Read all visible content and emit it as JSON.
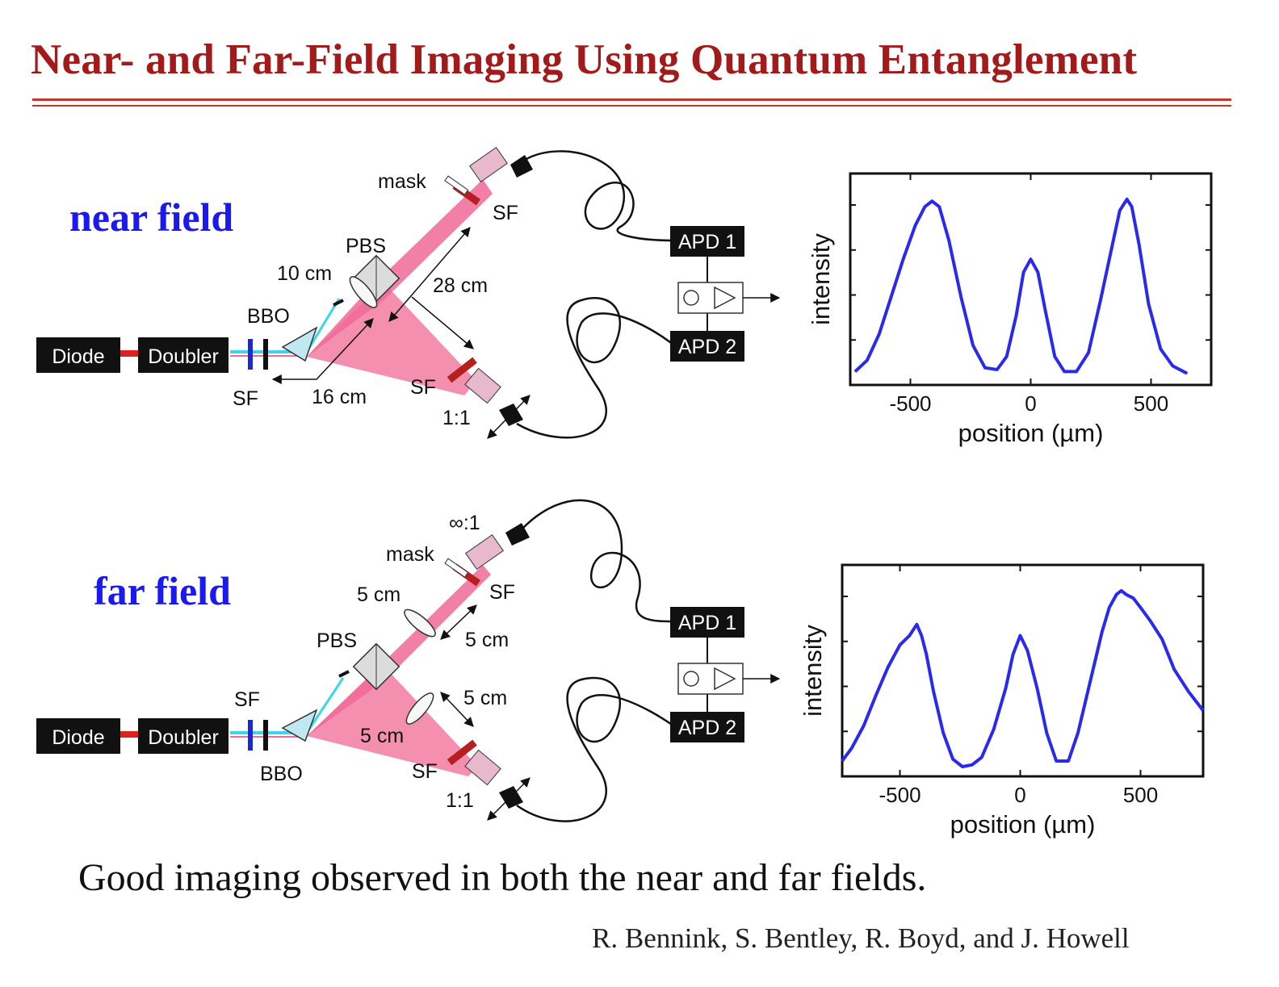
{
  "title": "Near- and Far-Field Imaging Using Quantum Entanglement",
  "colors": {
    "title": "#a31a1a",
    "field_label": "#1a1aee",
    "beam": "#f06a96",
    "pump": "#3ad6ee",
    "curve": "#2a2aee",
    "filter": "#b51f1f"
  },
  "near": {
    "label": "near field",
    "diode": "Diode",
    "doubler": "Doubler",
    "bbo": "BBO",
    "sf_left": "SF",
    "pbs": "PBS",
    "lens_dist": "10 cm",
    "mask": "mask",
    "sf_top": "SF",
    "dist_28": "28 cm",
    "dist_16": "16 cm",
    "sf_bottom": "SF",
    "ratio_bottom": "1:1",
    "apd1": "APD 1",
    "apd2": "APD 2"
  },
  "far": {
    "label": "far field",
    "diode": "Diode",
    "doubler": "Doubler",
    "sf_left": "SF",
    "bbo": "BBO",
    "pbs": "PBS",
    "ratio_top": "∞:1",
    "mask": "mask",
    "sf_top": "SF",
    "lens_top": "5 cm",
    "dist_top": "5 cm",
    "dist_bottom": "5 cm",
    "lens_bottom": "5 cm",
    "sf_bottom": "SF",
    "ratio_bottom": "1:1",
    "apd1": "APD 1",
    "apd2": "APD 2"
  },
  "chart_data": [
    {
      "type": "line",
      "xlabel": "position (µm)",
      "ylabel": "intensity",
      "xlim": [
        -750,
        750
      ],
      "xticks": [
        "-500",
        "0",
        "500"
      ],
      "x": [
        -730,
        -680,
        -630,
        -580,
        -530,
        -480,
        -440,
        -410,
        -380,
        -340,
        -290,
        -240,
        -190,
        -140,
        -100,
        -60,
        -30,
        0,
        30,
        60,
        100,
        140,
        190,
        240,
        290,
        340,
        370,
        400,
        420,
        450,
        490,
        540,
        590,
        650
      ],
      "y": [
        0.02,
        0.08,
        0.22,
        0.42,
        0.62,
        0.8,
        0.9,
        0.93,
        0.9,
        0.72,
        0.42,
        0.16,
        0.04,
        0.03,
        0.1,
        0.32,
        0.55,
        0.62,
        0.55,
        0.35,
        0.1,
        0.02,
        0.02,
        0.12,
        0.4,
        0.7,
        0.88,
        0.94,
        0.9,
        0.7,
        0.38,
        0.14,
        0.05,
        0.01
      ]
    },
    {
      "type": "line",
      "xlabel": "position (µm)",
      "ylabel": "intensity",
      "xlim": [
        -740,
        760
      ],
      "xticks": [
        "-500",
        "0",
        "500"
      ],
      "x": [
        -740,
        -700,
        -650,
        -600,
        -550,
        -500,
        -460,
        -430,
        -410,
        -390,
        -360,
        -320,
        -280,
        -240,
        -200,
        -160,
        -110,
        -60,
        -30,
        0,
        30,
        70,
        110,
        150,
        200,
        240,
        290,
        340,
        370,
        400,
        420,
        440,
        470,
        500,
        540,
        590,
        640,
        700,
        760
      ],
      "y": [
        0.03,
        0.1,
        0.22,
        0.38,
        0.53,
        0.65,
        0.7,
        0.76,
        0.7,
        0.6,
        0.4,
        0.18,
        0.04,
        0.0,
        0.01,
        0.05,
        0.2,
        0.42,
        0.6,
        0.7,
        0.62,
        0.42,
        0.18,
        0.03,
        0.03,
        0.18,
        0.45,
        0.72,
        0.85,
        0.92,
        0.94,
        0.92,
        0.9,
        0.85,
        0.78,
        0.68,
        0.52,
        0.4,
        0.3
      ]
    }
  ],
  "caption": "Good imaging observed in both the near and far fields.",
  "credit": "R. Bennink, S. Bentley, R. Boyd, and J. Howell"
}
